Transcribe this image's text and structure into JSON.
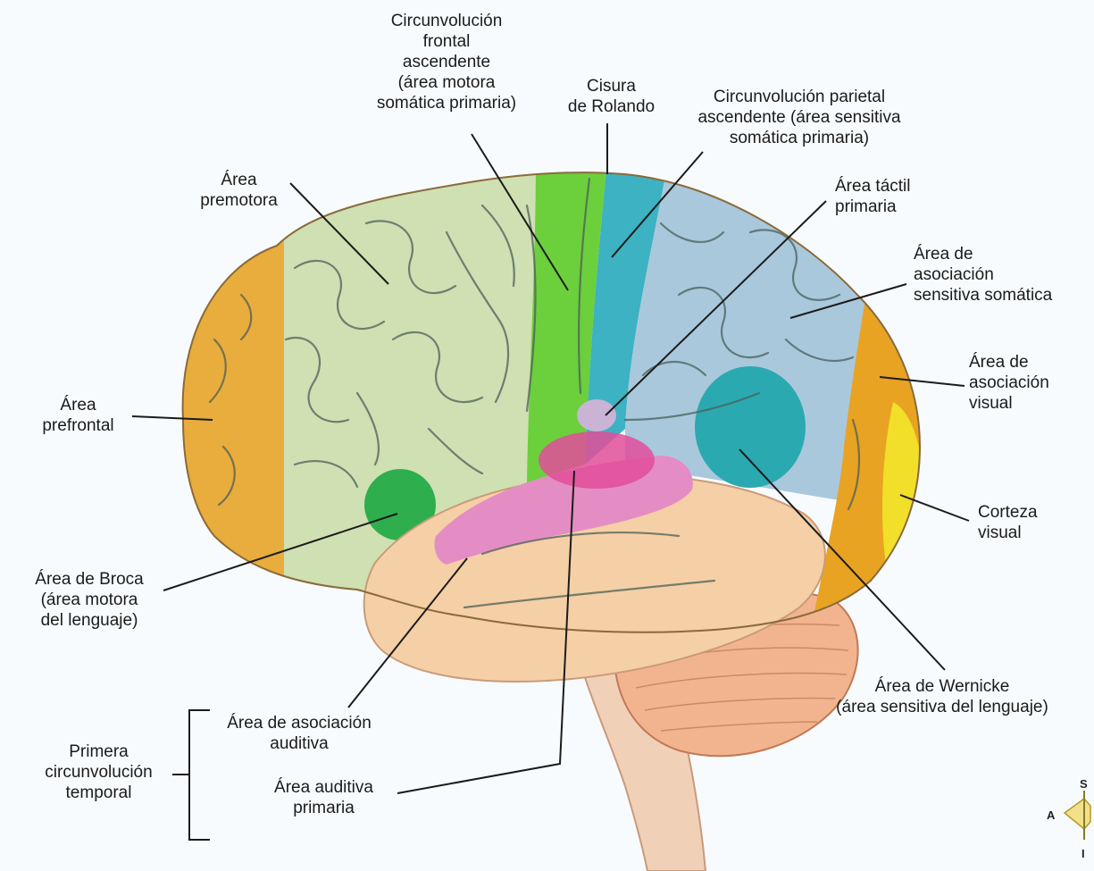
{
  "labels": {
    "frontal_ascendente": "Circunvolución\nfrontal\nascendente\n(área motora\nsomática primaria)",
    "cisura_rolando": "Cisura\nde Rolando",
    "parietal_ascendente": "Circunvolución parietal\nascendente (área sensitiva\nsomática primaria)",
    "area_premotora": "Área\npremotora",
    "area_tactil": "Área táctil\nprimaria",
    "asociacion_somatica": "Área de\nasociación\nsensitiva somática",
    "area_prefrontal": "Área\nprefrontal",
    "asociacion_visual": "Área de\nasociación\nvisual",
    "corteza_visual": "Corteza\nvisual",
    "area_broca": "Área de Broca\n(área motora\ndel lenguaje)",
    "area_wernicke": "Área de Wernicke\n(área sensitiva del lenguaje)",
    "asociacion_auditiva": "Área de asociación\nauditiva",
    "primera_circunvolucion": "Primera\ncircunvolución\ntemporal",
    "auditiva_primaria": "Área auditiva\nprimaria"
  },
  "orientation": {
    "superior": "S",
    "anterior": "A",
    "inferior": "I"
  },
  "colors": {
    "prefrontal": "#e8ad3c",
    "premotor": "#cfe0b2",
    "motor": "#6ccf3c",
    "somatosensory": "#3cb2c2",
    "parietal_association": "#a9c8dc",
    "visual_association": "#e8a323",
    "visual_cortex": "#f2df2a",
    "broca": "#2fae4e",
    "wernicke": "#2aa9b0",
    "auditory": "#e48dc4",
    "auditory_primary": "#e24e9a",
    "temporal": "#f5cfa6",
    "cerebellum": "#f2b48e",
    "brainstem": "#f1d0b8"
  }
}
